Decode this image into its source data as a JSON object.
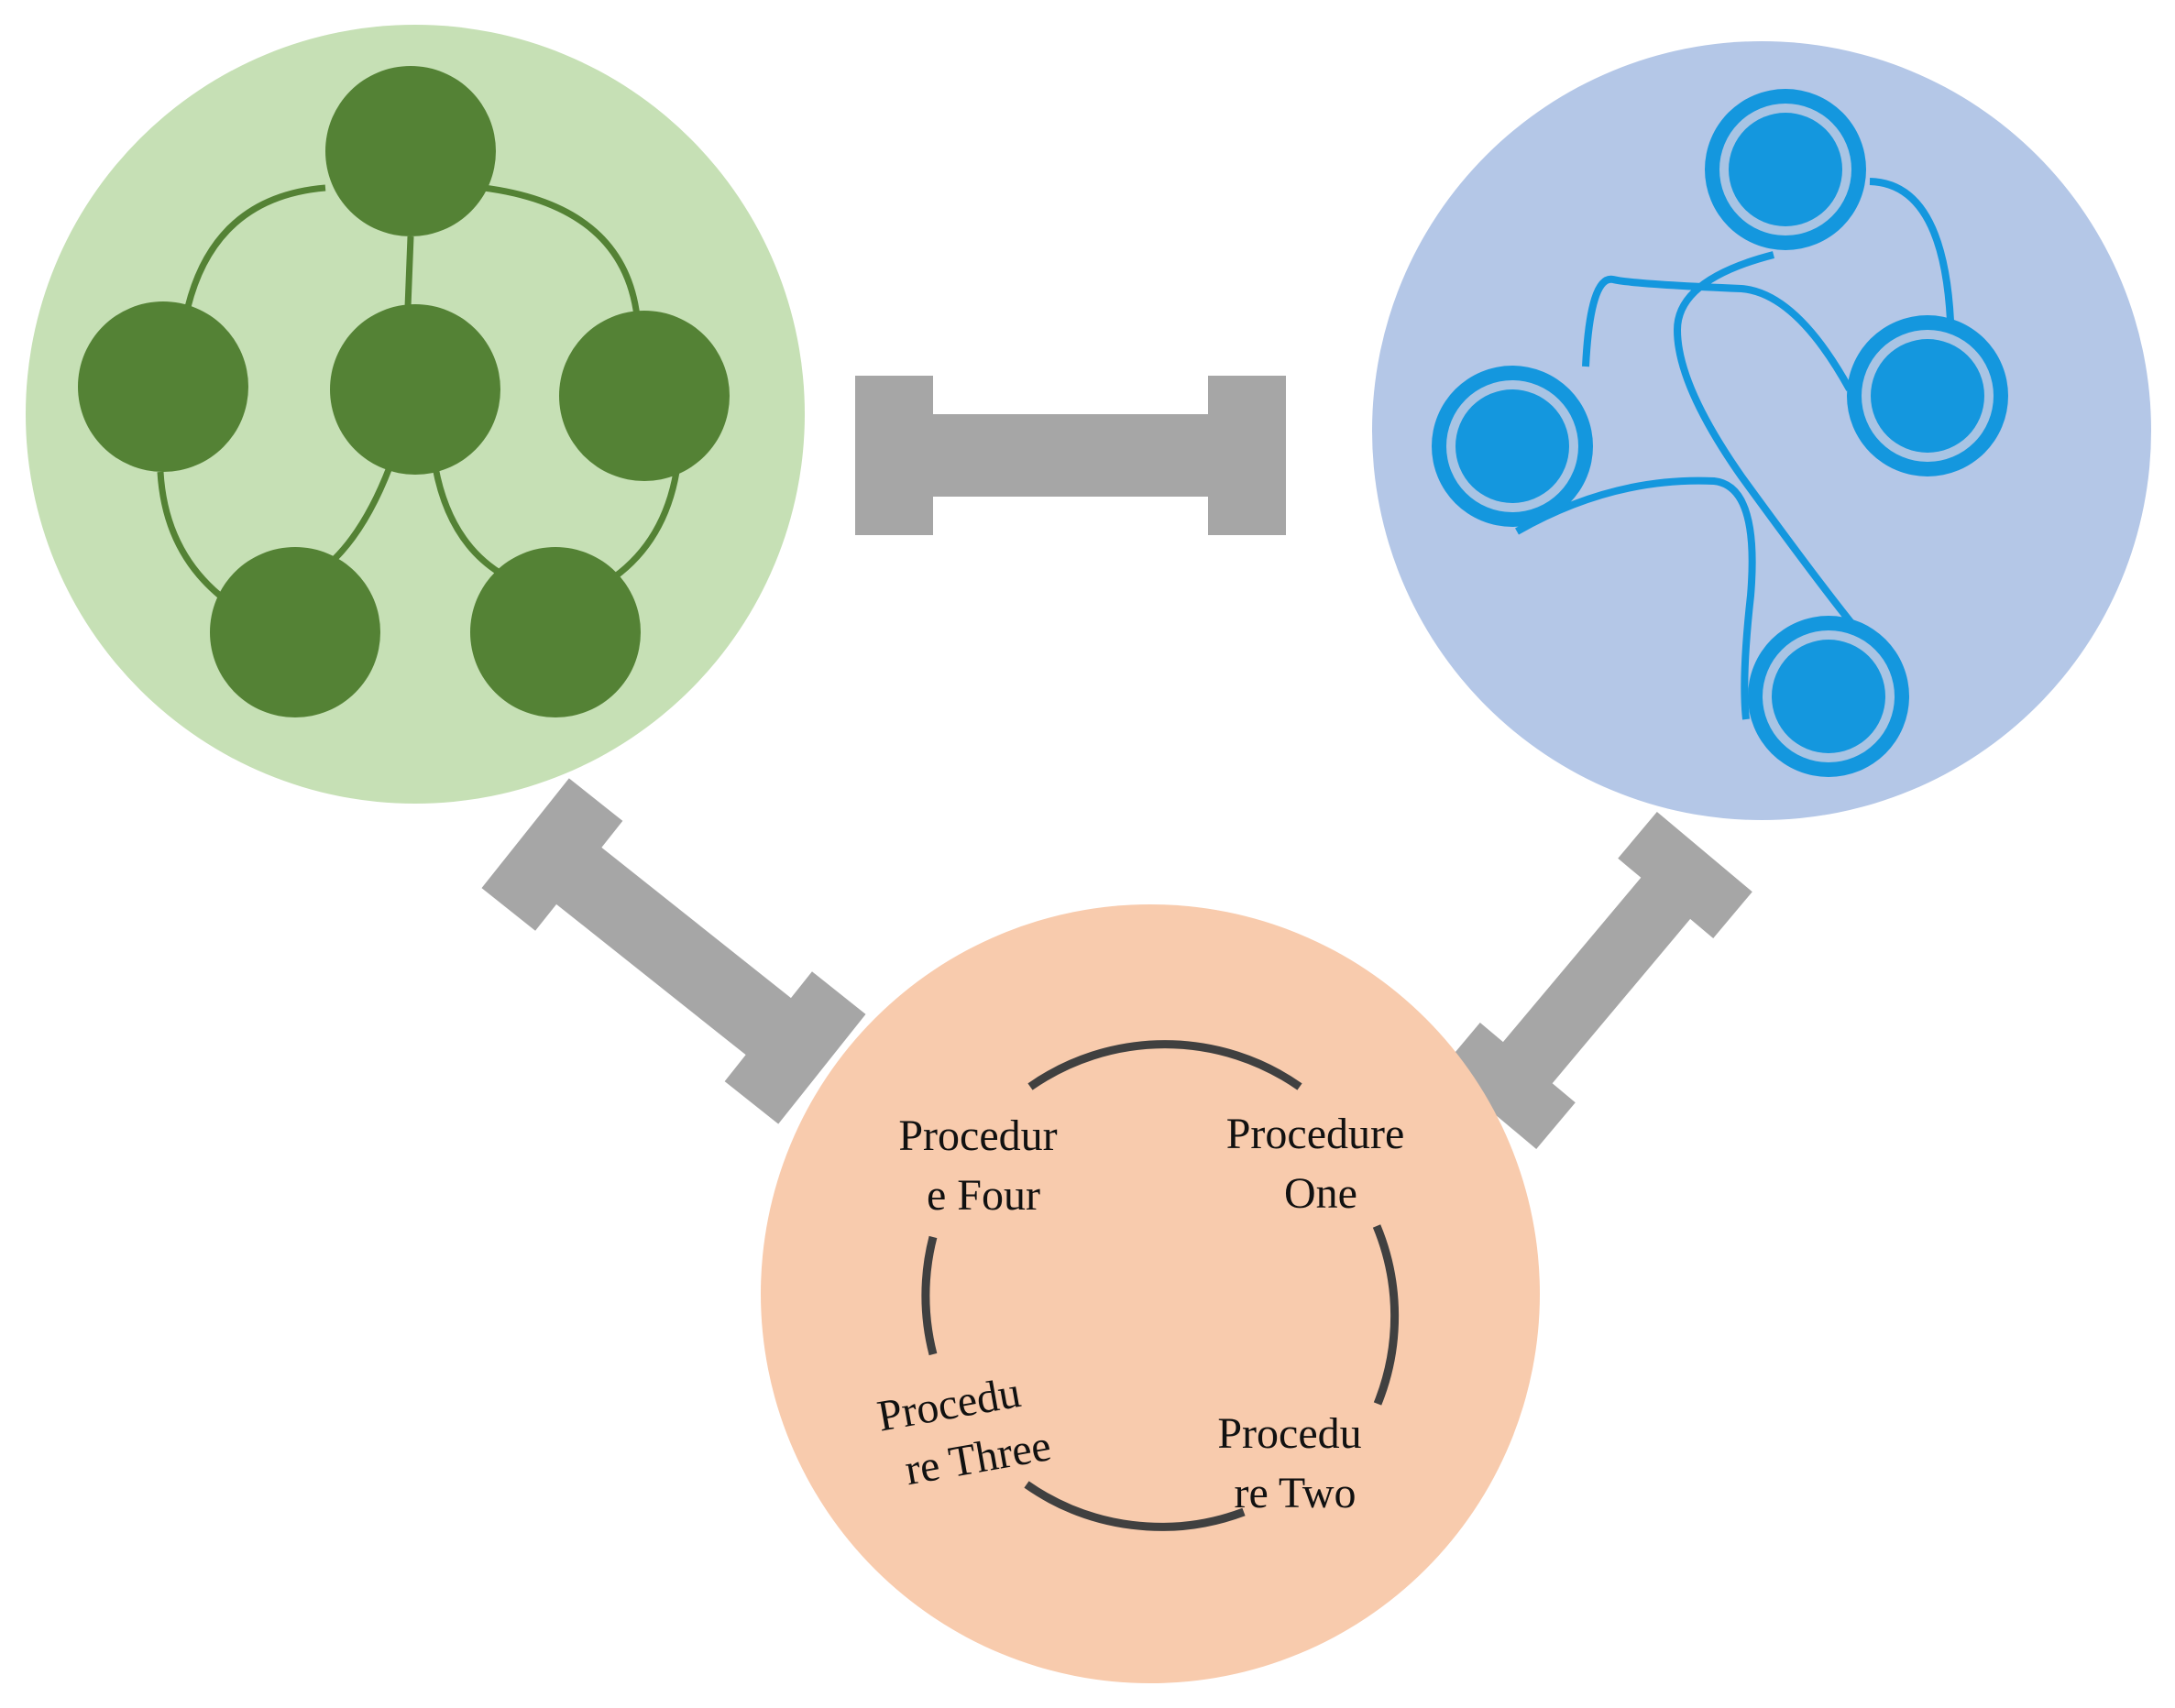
{
  "colors": {
    "hierarchy_bg": "#c6e0b5",
    "hierarchy_node": "#548235",
    "network_bg": "#b4c7e7",
    "network_node": "#1497de",
    "network_ring": "#a8c4e4",
    "cycle_bg": "#f8cbad",
    "cycle_ring": "#404040",
    "arrow": "#a6a6a6"
  },
  "hierarchy": {
    "icon": "hierarchy-tree-icon"
  },
  "network": {
    "icon": "network-graph-icon"
  },
  "cycle": {
    "icon": "process-cycle-icon",
    "procedures": [
      {
        "line1": "Procedure",
        "line2": "One"
      },
      {
        "line1": "Procedu",
        "line2": "re Two"
      },
      {
        "line1": "Procedu",
        "line2": "re Three"
      },
      {
        "line1": "Procedur",
        "line2": "e Four"
      }
    ]
  },
  "arrows": [
    {
      "icon": "double-arrow-icon",
      "between": [
        "hierarchy",
        "network"
      ]
    },
    {
      "icon": "double-arrow-icon",
      "between": [
        "hierarchy",
        "cycle"
      ]
    },
    {
      "icon": "double-arrow-icon",
      "between": [
        "network",
        "cycle"
      ]
    }
  ]
}
